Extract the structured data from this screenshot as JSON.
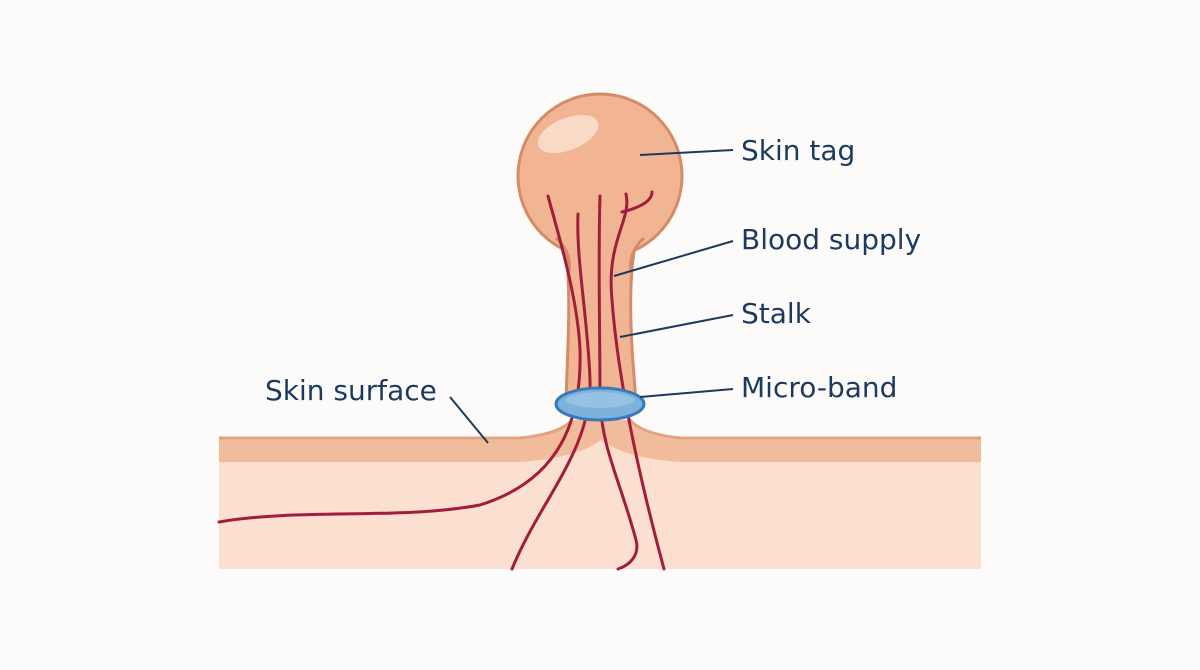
{
  "labels": {
    "skin_tag": "Skin tag",
    "blood_supply": "Blood supply",
    "stalk": "Stalk",
    "micro_band": "Micro-band",
    "skin_surface": "Skin surface"
  },
  "colors": {
    "label_text": "#1c3a5e",
    "leader_line": "#1c3a5e",
    "skin_surface_layer": "#f1bc9b",
    "dermis": "#fbdfcf",
    "tag_fill": "#f2b594",
    "tag_outline": "#d48c68",
    "vessel": "#a11d3c",
    "band_fill": "#7cb2dc",
    "band_outline": "#3a7ab8"
  }
}
